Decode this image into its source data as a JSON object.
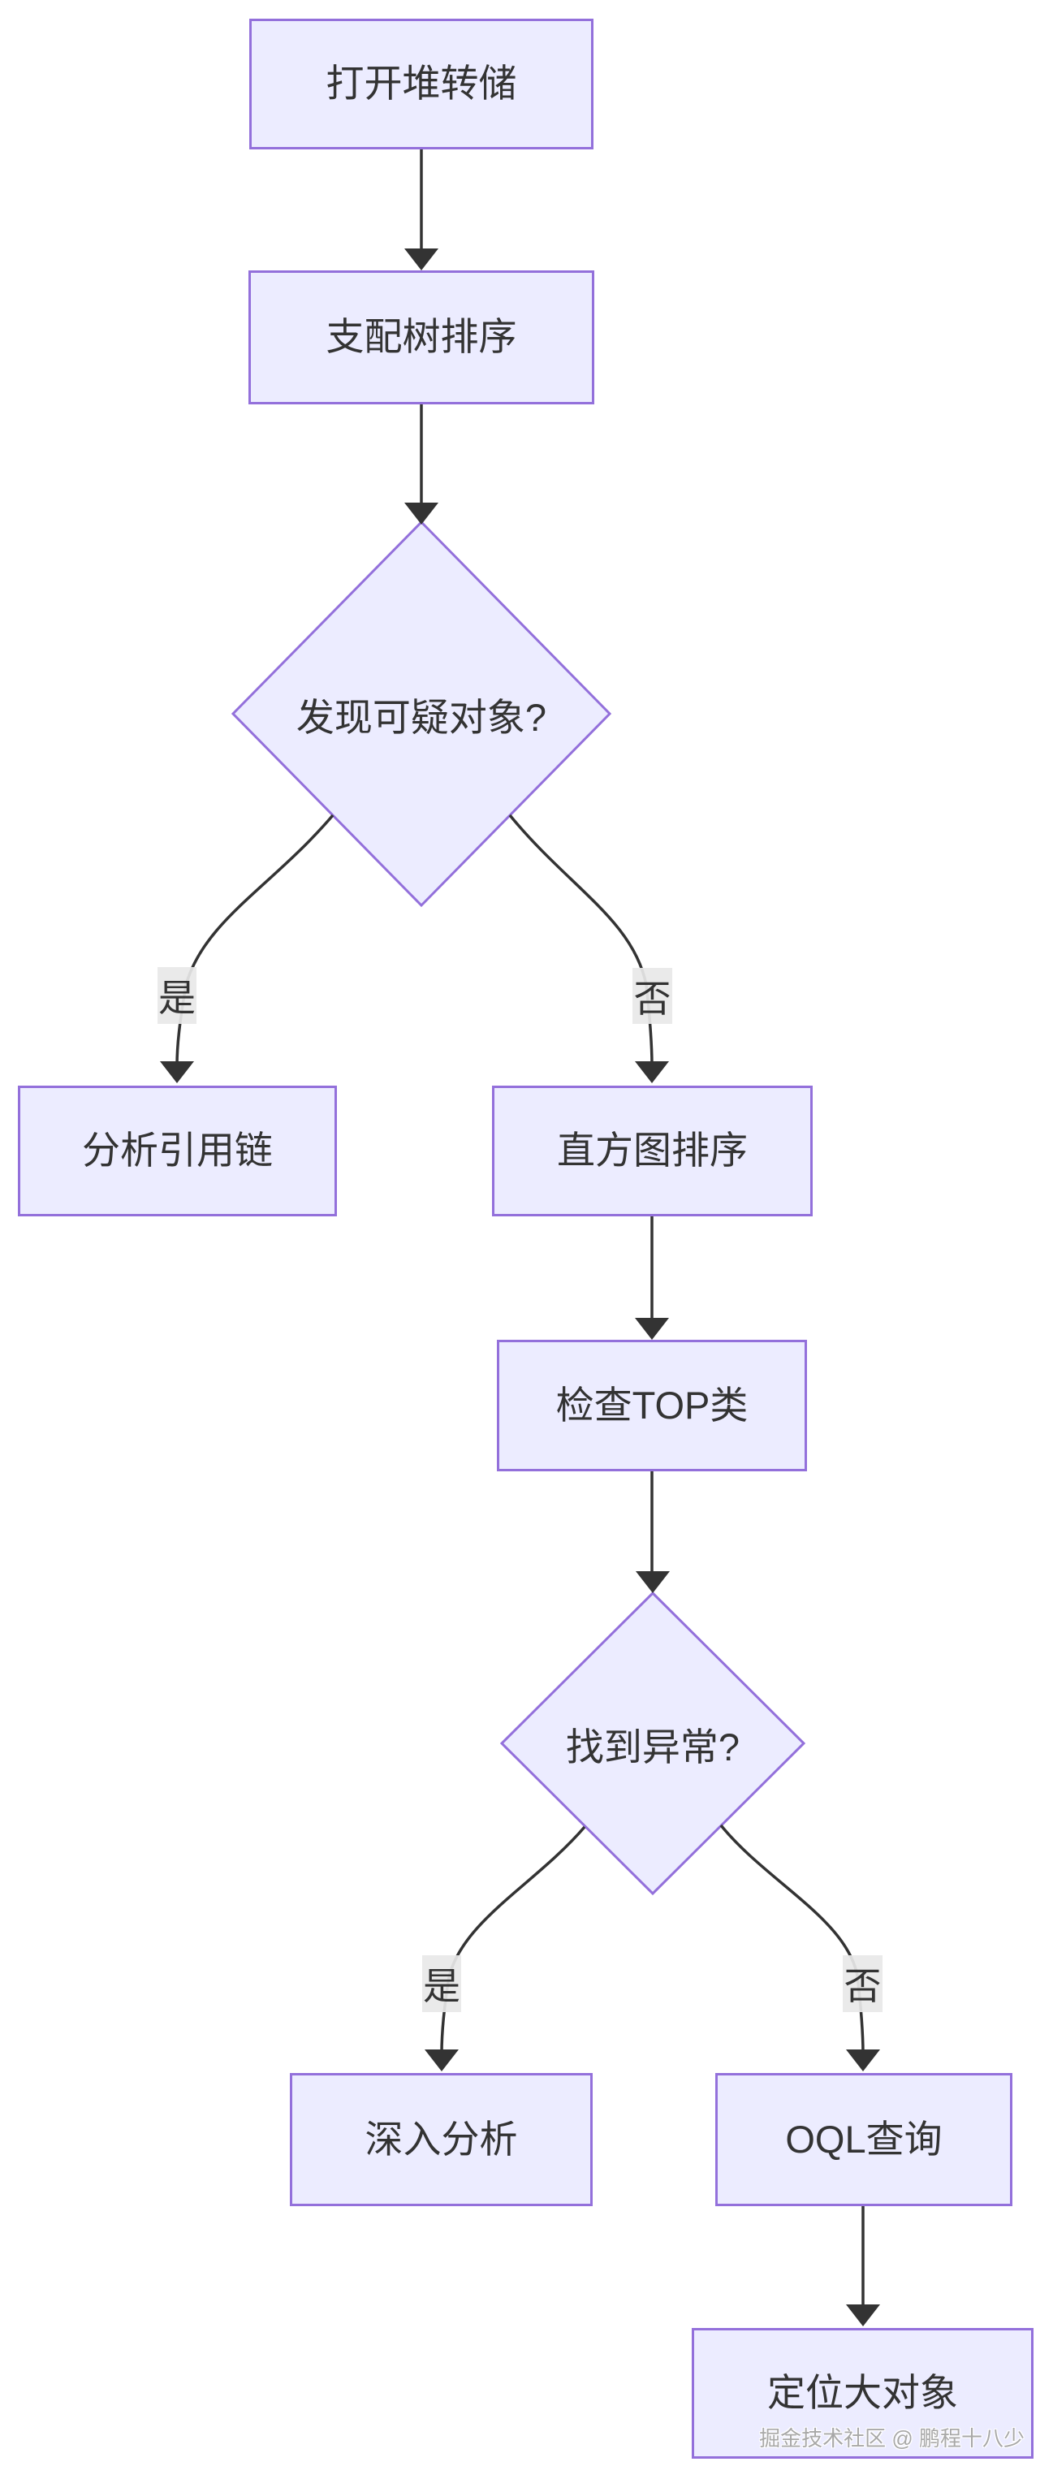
{
  "diagram": {
    "type": "flowchart",
    "direction": "top-down",
    "nodes": [
      {
        "id": "open-heap-dump",
        "shape": "rect",
        "label": "打开堆转储"
      },
      {
        "id": "dominator-tree-sort",
        "shape": "rect",
        "label": "支配树排序"
      },
      {
        "id": "suspicious-object-decision",
        "shape": "diamond",
        "label": "发现可疑对象?"
      },
      {
        "id": "analyze-reference-chain",
        "shape": "rect",
        "label": "分析引用链"
      },
      {
        "id": "histogram-sort",
        "shape": "rect",
        "label": "直方图排序"
      },
      {
        "id": "check-top-classes",
        "shape": "rect",
        "label": "检查TOP类"
      },
      {
        "id": "anomaly-found-decision",
        "shape": "diamond",
        "label": "找到异常?"
      },
      {
        "id": "deep-analysis",
        "shape": "rect",
        "label": "深入分析"
      },
      {
        "id": "oql-query",
        "shape": "rect",
        "label": "OQL查询"
      },
      {
        "id": "locate-large-objects",
        "shape": "rect",
        "label": "定位大对象"
      }
    ],
    "edges": [
      {
        "from": "open-heap-dump",
        "to": "dominator-tree-sort",
        "label": ""
      },
      {
        "from": "dominator-tree-sort",
        "to": "suspicious-object-decision",
        "label": ""
      },
      {
        "from": "suspicious-object-decision",
        "to": "analyze-reference-chain",
        "label": "是"
      },
      {
        "from": "suspicious-object-decision",
        "to": "histogram-sort",
        "label": "否"
      },
      {
        "from": "histogram-sort",
        "to": "check-top-classes",
        "label": ""
      },
      {
        "from": "check-top-classes",
        "to": "anomaly-found-decision",
        "label": ""
      },
      {
        "from": "anomaly-found-decision",
        "to": "deep-analysis",
        "label": "是"
      },
      {
        "from": "anomaly-found-decision",
        "to": "oql-query",
        "label": "否"
      },
      {
        "from": "oql-query",
        "to": "locate-large-objects",
        "label": ""
      }
    ],
    "colors": {
      "node_fill": "#ECECFF",
      "node_border": "#9370DB",
      "edge_color": "#333333",
      "text_color": "#333333",
      "label_bg": "rgba(232,232,232,0.92)",
      "watermark_color": "#a8a8a8"
    }
  },
  "watermark": {
    "text": "掘金技术社区 @ 鹏程十八少"
  }
}
